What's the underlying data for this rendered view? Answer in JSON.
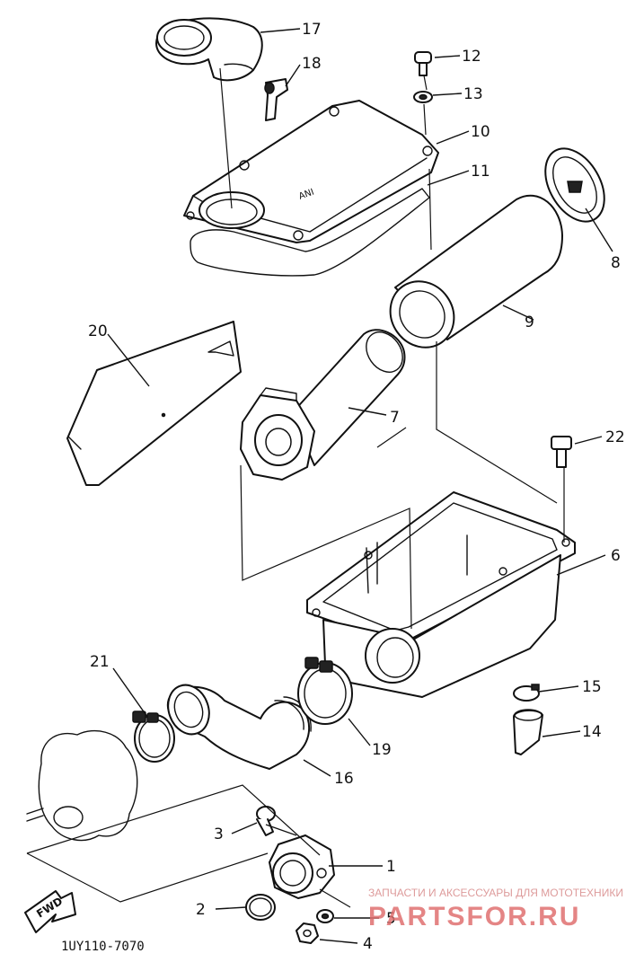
{
  "diagram": {
    "drawing_code": "1UY110-7070",
    "fwd_label": "FWD",
    "embossed_text": "ANI",
    "part_labels": {
      "p1": "1",
      "p2": "2",
      "p3": "3",
      "p4": "4",
      "p5": "5",
      "p6": "6",
      "p7": "7",
      "p8": "8",
      "p9": "9",
      "p10": "10",
      "p11": "11",
      "p12": "12",
      "p13": "13",
      "p14": "14",
      "p15": "15",
      "p16": "16",
      "p17": "17",
      "p18": "18",
      "p19": "19",
      "p20": "20",
      "p21": "21",
      "p22": "22"
    }
  },
  "watermark": {
    "tagline": "ЗАПЧАСТИ И АКСЕССУАРЫ ДЛЯ МОТОТЕХНИКИ",
    "logo": "PARTSFOR.RU",
    "color": "#e07070"
  }
}
